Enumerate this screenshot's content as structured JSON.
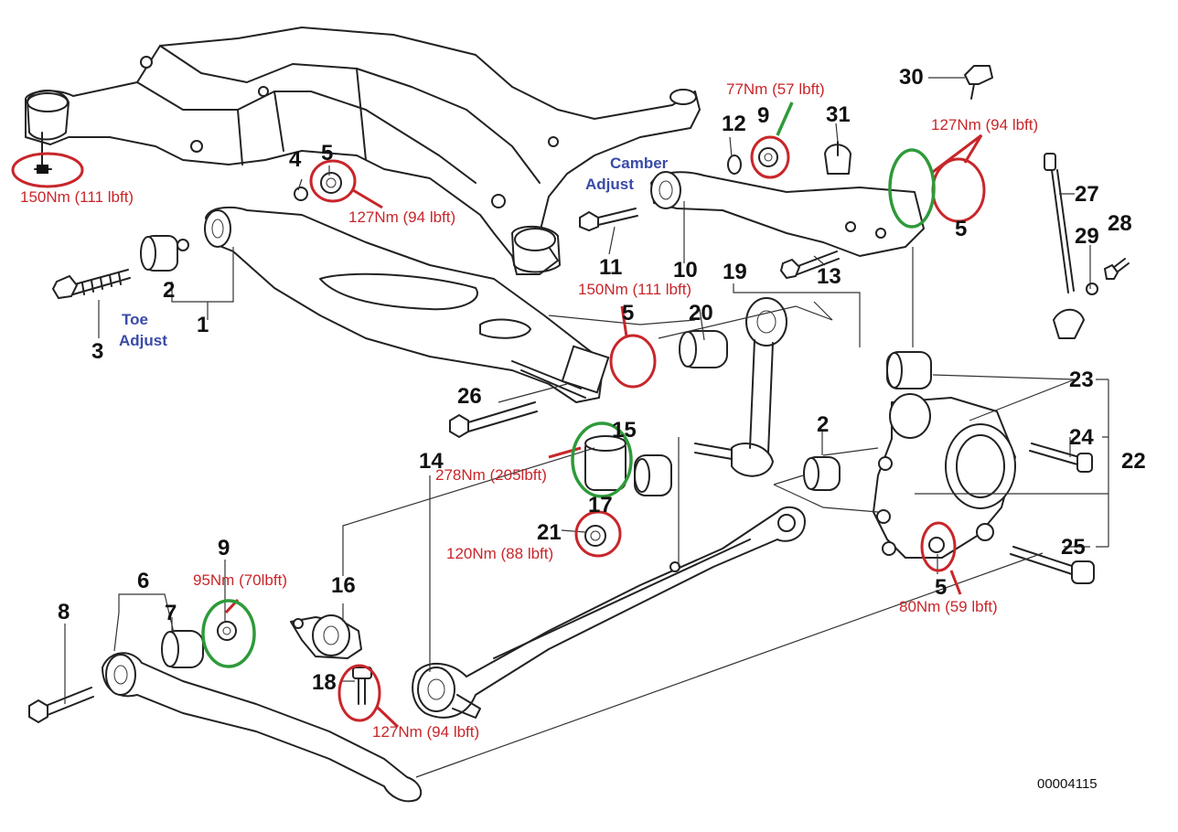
{
  "diagram": {
    "part_numbers": {
      "p1": "1",
      "p2a": "2",
      "p2b": "2",
      "p3": "3",
      "p4": "4",
      "p5a": "5",
      "p5b": "5",
      "p5c": "5",
      "p5d": "5",
      "p6": "6",
      "p7": "7",
      "p8": "8",
      "p9a": "9",
      "p9b": "9",
      "p10": "10",
      "p11": "11",
      "p12": "12",
      "p13": "13",
      "p14": "14",
      "p15": "15",
      "p16": "16",
      "p17": "17",
      "p18": "18",
      "p19": "19",
      "p20": "20",
      "p21": "21",
      "p22": "22",
      "p23": "23",
      "p24": "24",
      "p25": "25",
      "p26": "26",
      "p27": "27",
      "p28": "28",
      "p29": "29",
      "p30": "30",
      "p31": "31"
    },
    "torque_labels": {
      "subframe_mount": "150Nm (111 lbft)",
      "trailing_arm_nut": "127Nm (94 lbft)",
      "camber_arm_nut": "77Nm (57 lbft)",
      "upper_link_nut": "127Nm (94 lbft)",
      "lower_link_nut": "150Nm (111 lbft)",
      "center_bushing_bolt": "278Nm (205lbft)",
      "nut_21": "120Nm (88 lbft)",
      "hub_carrier_nut": "80Nm (59 lbft)",
      "front_link_nut": "95Nm (70lbft)",
      "link_bolt_18": "127Nm (94 lbft)"
    },
    "adjust_labels": {
      "toe_line1": "Toe",
      "toe_line2": "Adjust",
      "camber_line1": "Camber",
      "camber_line2": "Adjust"
    },
    "diagram_code": "00004115",
    "colors": {
      "torque_text": "#c8262a",
      "adjust_text": "#3a4aa8",
      "green_highlight": "#2e9a3a",
      "line_art": "#222222"
    }
  }
}
